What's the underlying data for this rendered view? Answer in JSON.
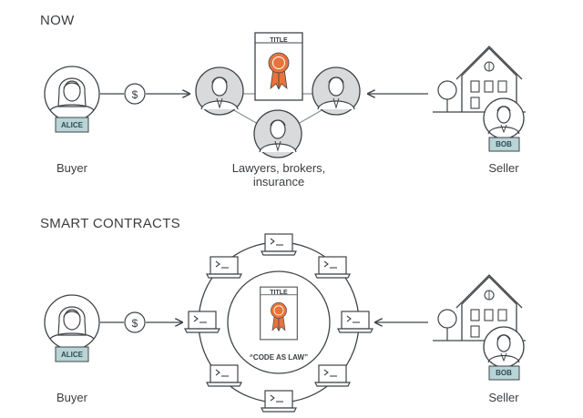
{
  "sections": {
    "now": "NOW",
    "smart": "SMART CONTRACTS"
  },
  "labels": {
    "buyer": "Buyer",
    "seller": "Seller",
    "middlemen_line1": "Lawyers, brokers,",
    "middlemen_line2": "insurance",
    "alice": "ALICE",
    "bob": "BOB",
    "title": "TITLE",
    "code_as_law": "“CODE AS LAW”",
    "dollar": "$"
  },
  "colors": {
    "line": "#3f4448",
    "gray_fill": "#d9dadb",
    "badge_fill": "#b9d4d6",
    "ribbon": "#e8743b"
  }
}
